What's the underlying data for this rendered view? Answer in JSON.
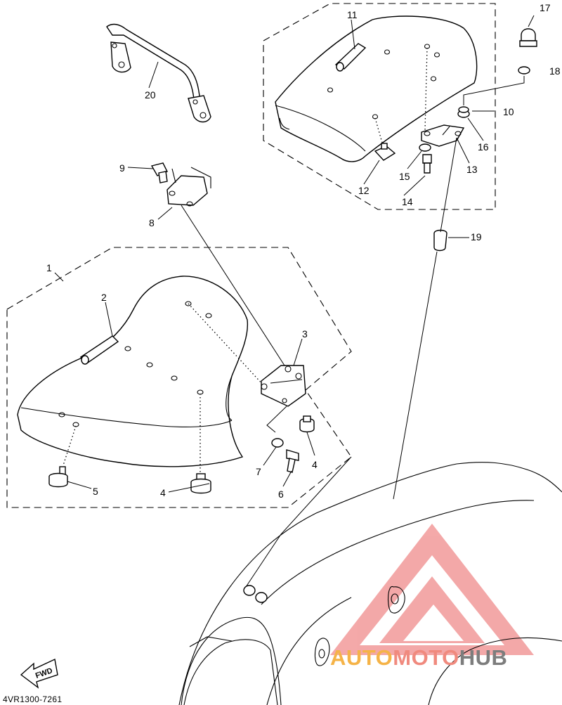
{
  "diagram": {
    "part_code": "4VR1300-7261",
    "fwd_label": "FWD",
    "callouts": {
      "c1": "1",
      "c2": "2",
      "c3": "3",
      "c4a": "4",
      "c4b": "4",
      "c5": "5",
      "c6": "6",
      "c7": "7",
      "c8": "8",
      "c9": "9",
      "c10": "10",
      "c11": "11",
      "c12": "12",
      "c13": "13",
      "c14": "14",
      "c15": "15",
      "c16": "16",
      "c17": "17",
      "c18": "18",
      "c19": "19",
      "c20": "20"
    }
  },
  "watermark": {
    "text_part1": "AUTO",
    "text_part2": "MOTO",
    "text_part3": "HUB",
    "colors": {
      "auto": "#f5b347",
      "moto": "#f08a7e",
      "hub": "#7d7d7d",
      "triangle": "#f29a9a"
    }
  }
}
